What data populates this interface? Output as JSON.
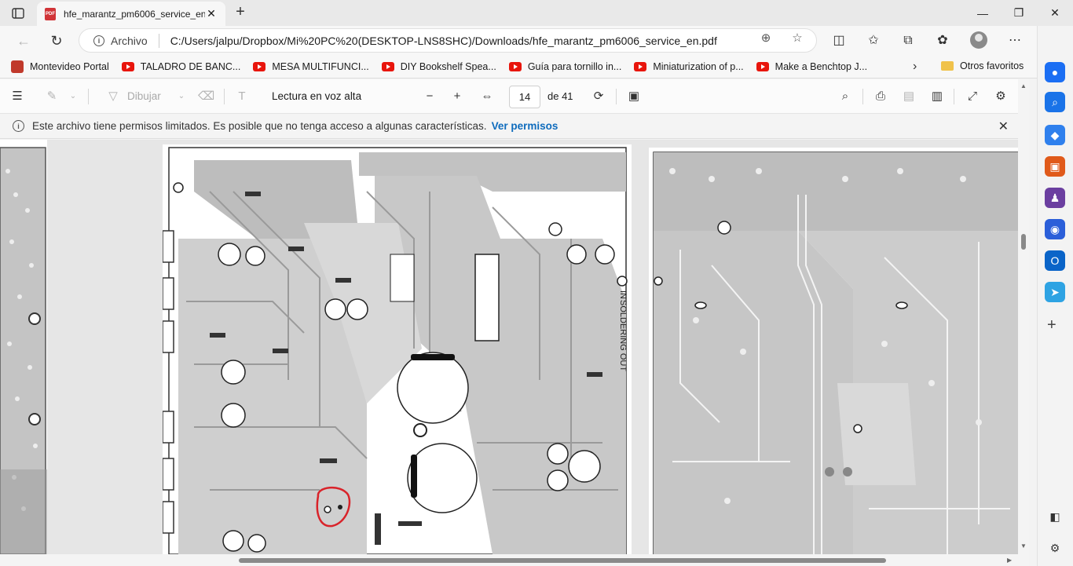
{
  "tab": {
    "title": "hfe_marantz_pm6006_service_en",
    "close": "✕",
    "favicon_text": "PDF"
  },
  "window": {
    "new_tab": "+",
    "minimize": "—",
    "maximize": "❐",
    "close": "✕"
  },
  "nav": {
    "site_label": "Archivo",
    "url": "C:/Users/jalpu/Dropbox/Mi%20PC%20(DESKTOP-LNS8SHC)/Downloads/hfe_marantz_pm6006_service_en.pdf"
  },
  "bookmarks": {
    "items": [
      {
        "label": "Montevideo Portal",
        "icon": "montevideo-portal-icon"
      },
      {
        "label": "TALADRO DE BANC...",
        "icon": "youtube-icon"
      },
      {
        "label": "MESA MULTIFUNCI...",
        "icon": "youtube-icon"
      },
      {
        "label": "DIY Bookshelf Spea...",
        "icon": "youtube-icon"
      },
      {
        "label": "Guía para tornillo in...",
        "icon": "youtube-icon"
      },
      {
        "label": "Miniaturization of p...",
        "icon": "youtube-icon"
      },
      {
        "label": "Make a Benchtop J...",
        "icon": "youtube-icon"
      }
    ],
    "other": "Otros favoritos"
  },
  "pdf_toolbar": {
    "draw_label": "Dibujar",
    "read_aloud": "Lectura en voz alta",
    "page_number": "14",
    "page_count": "de 41"
  },
  "infobar": {
    "message": "Este archivo tiene permisos limitados. Es posible que no tenga acceso a algunas características.",
    "link": "Ver permisos"
  },
  "pcb": {
    "label_main": "SOLDERING OUT",
    "label_in": "IN"
  },
  "colors": {
    "accent": "#0f6cbd",
    "youtube": "#e8150c",
    "pcb_trace": "#b9b9b9",
    "highlight_circle": "#d9232a"
  }
}
